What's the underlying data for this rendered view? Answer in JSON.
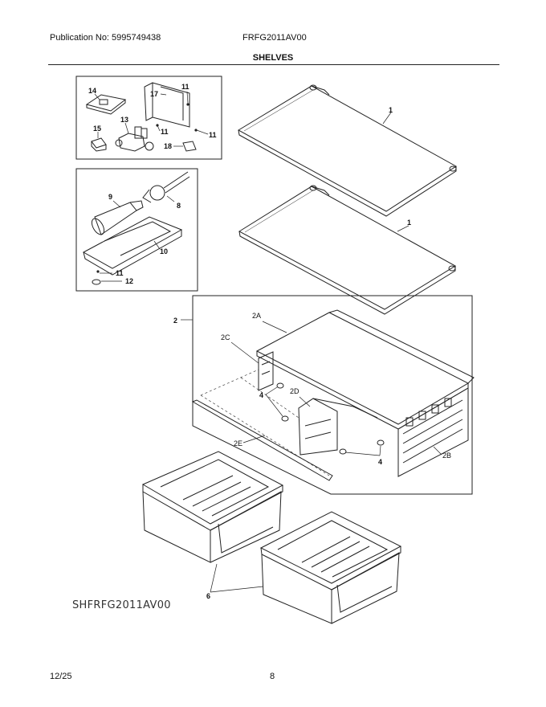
{
  "header": {
    "publication": "Publication No: 5995749438",
    "model": "FRFG2011AV00"
  },
  "section_title": "SHELVES",
  "diagram_code": "SHFRFG2011AV00",
  "footer": {
    "date": "12/25",
    "page": "8"
  },
  "callouts": {
    "c14": "14",
    "c17": "17",
    "c11a": "11",
    "c15": "15",
    "c13": "13",
    "c11b": "11",
    "c11c": "11",
    "c18": "18",
    "c9": "9",
    "c8": "8",
    "c10": "10",
    "c11d": "11",
    "c12": "12",
    "c1a": "1",
    "c1b": "1",
    "c2": "2",
    "c2A": "2A",
    "c2C": "2C",
    "c4a": "4",
    "c2D": "2D",
    "c2E": "2E",
    "c4b": "4",
    "c2B": "2B",
    "c6": "6"
  }
}
